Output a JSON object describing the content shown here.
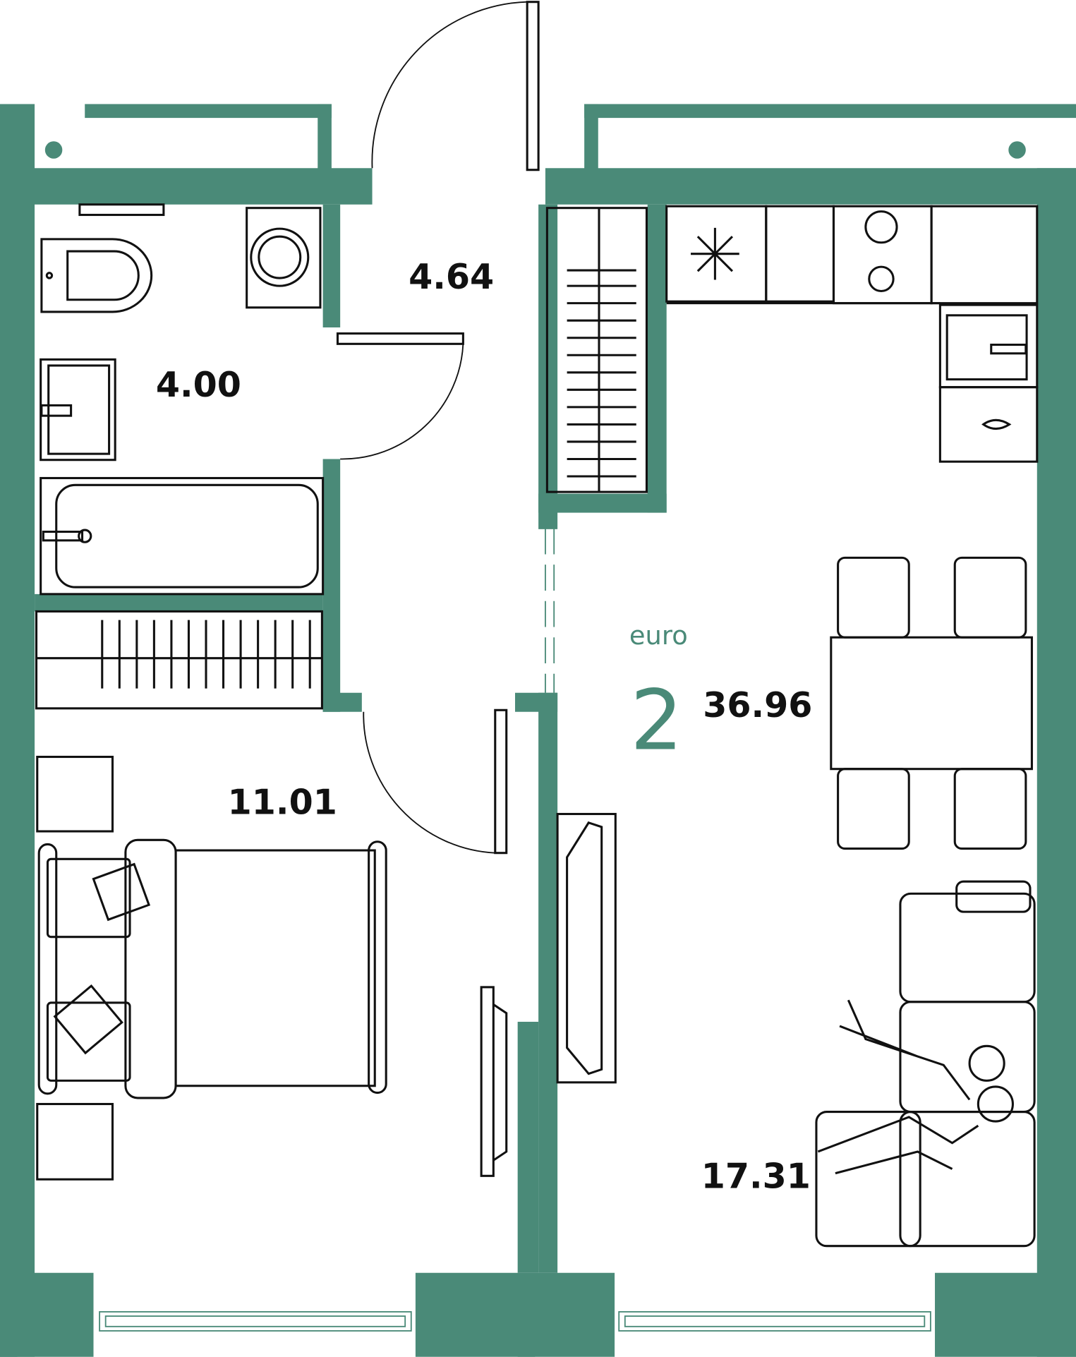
{
  "plan": {
    "type_label": "euro",
    "room_count": "2",
    "total_area": "36.96",
    "wall_color": "#4a8a78",
    "rooms": {
      "bathroom": "4.00",
      "hallway": "4.64",
      "bedroom": "11.01",
      "living_kitchen": "17.31"
    }
  }
}
